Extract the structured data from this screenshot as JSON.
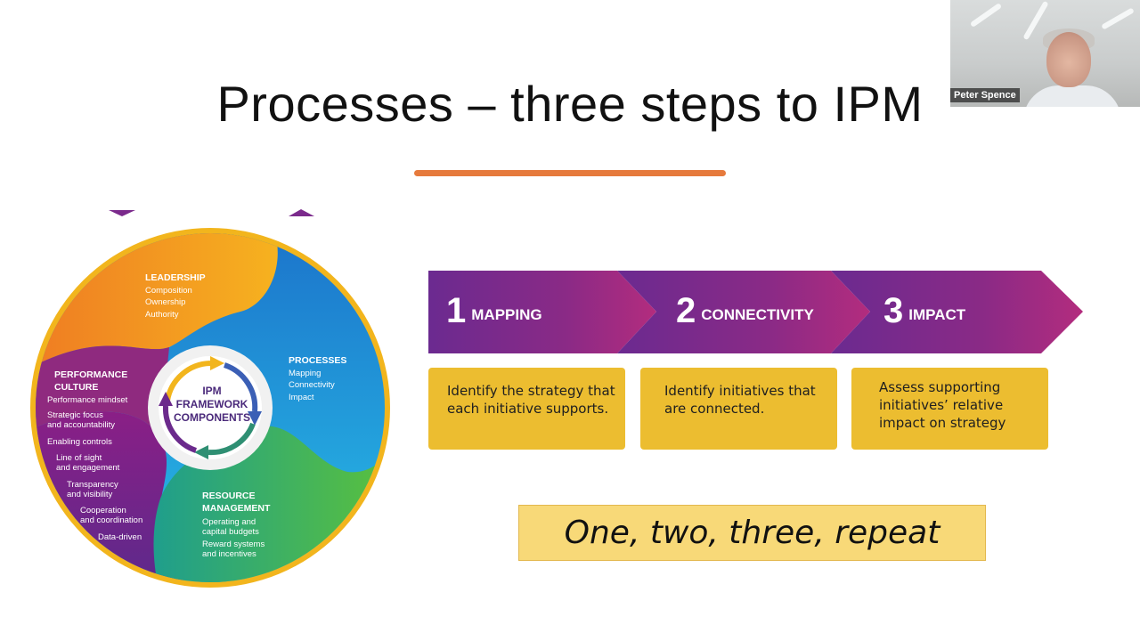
{
  "slide": {
    "title": "Processes – three steps to IPM"
  },
  "webcam": {
    "participant_name": "Peter Spence"
  },
  "framework_wheel": {
    "center_lines": [
      "IPM",
      "FRAMEWORK",
      "COMPONENTS"
    ],
    "leadership": {
      "heading": "LEADERSHIP",
      "items": [
        "Composition",
        "Ownership",
        "Authority"
      ]
    },
    "processes": {
      "heading": "PROCESSES",
      "items": [
        "Mapping",
        "Connectivity",
        "Impact"
      ]
    },
    "resource_management": {
      "heading_lines": [
        "RESOURCE",
        "MANAGEMENT"
      ],
      "items": [
        "Operating and",
        "capital budgets",
        "Reward systems",
        "and incentives"
      ]
    },
    "performance_culture": {
      "heading_lines": [
        "PERFORMANCE",
        "CULTURE"
      ],
      "items": [
        "Performance mindset",
        "Strategic focus",
        "and accountability",
        "Enabling controls",
        "Line of sight",
        "and engagement",
        "Transparency",
        "and visibility",
        "Cooperation",
        "and coordination",
        "Data-driven"
      ]
    },
    "colors": {
      "leadership": "#f39a1e",
      "processes": "#1f8fd6",
      "resource_management": "#2fa65a",
      "performance_culture": "#7a2a8a",
      "rim": "#f2b51d"
    }
  },
  "steps": [
    {
      "number": "1",
      "name": "MAPPING",
      "description_lines": [
        "Identify the strategy that",
        "each initiative supports."
      ]
    },
    {
      "number": "2",
      "name": "CONNECTIVITY",
      "description_lines": [
        "Identify initiatives that",
        "are connected."
      ]
    },
    {
      "number": "3",
      "name": "IMPACT",
      "description_lines": [
        "Assess supporting",
        "initiatives’ relative",
        "impact on strategy"
      ]
    }
  ],
  "colors": {
    "banner_start": "#6b2a90",
    "banner_end": "#b32c7e",
    "box": "#ecbd30",
    "underline": "#e67a3c",
    "repeat_box": "#f8d978"
  },
  "tagline": "One, two, three, repeat"
}
